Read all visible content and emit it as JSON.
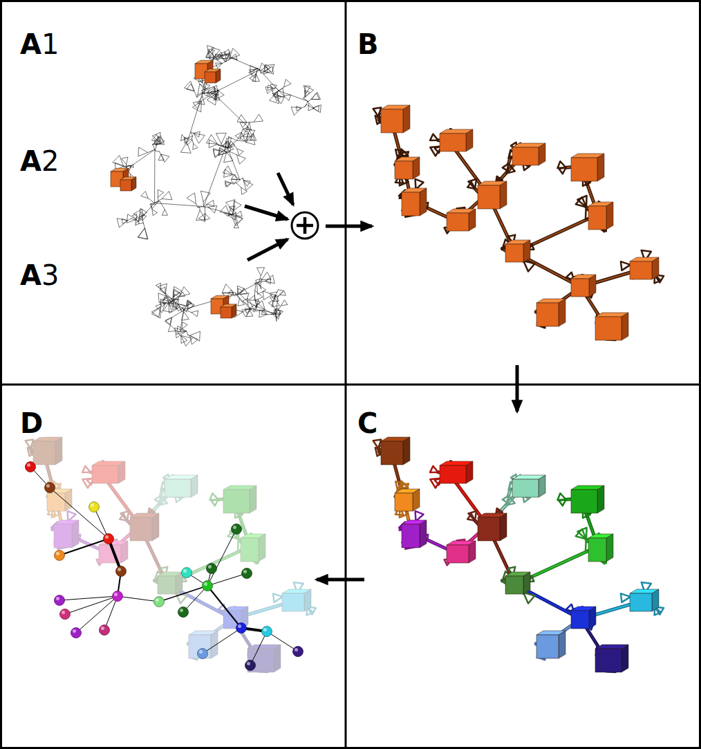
{
  "diagram": {
    "labels": [
      "A1",
      "A2",
      "A3",
      "B",
      "C",
      "D"
    ]
  }
}
